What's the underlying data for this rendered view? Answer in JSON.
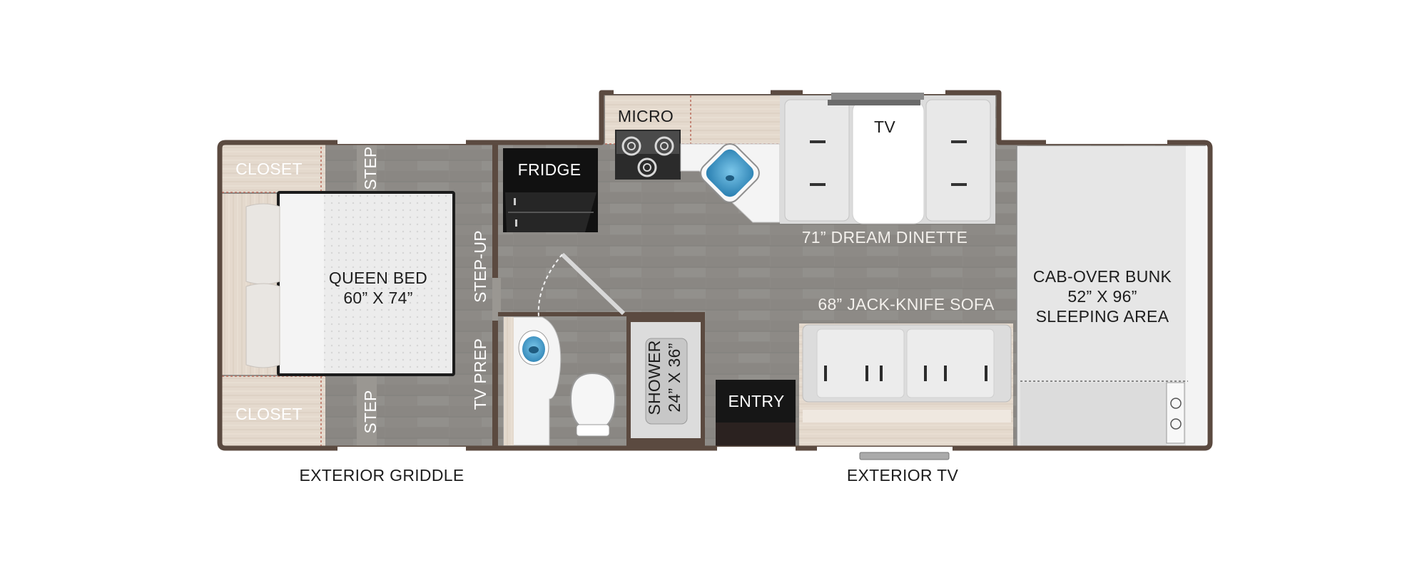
{
  "colors": {
    "wall": "#5b4a40",
    "floor": "#8b8884",
    "wood": "#e3d7cb",
    "counter": "#f2f2f2",
    "appliance": "#1c1c1c",
    "water": "#4fa9d6",
    "cabover": "#e6e6e6"
  },
  "rooms": {
    "closet_top": "CLOSET",
    "closet_bottom": "CLOSET",
    "step_top": "STEP",
    "step_bottom": "STEP",
    "queen_bed_line1": "QUEEN BED",
    "queen_bed_line2": "60” X 74”",
    "step_up": "STEP-UP",
    "tv_prep": "TV PREP",
    "fridge": "FRIDGE",
    "micro": "MICRO",
    "tv": "TV",
    "dinette": "71” DREAM DINETTE",
    "sofa": "68” JACK-KNIFE SOFA",
    "shower_line1": "SHOWER",
    "shower_line2": "24” X 36”",
    "entry": "ENTRY",
    "cabover_line1": "CAB-OVER BUNK",
    "cabover_line2": "52” X 96”",
    "cabover_line3": "SLEEPING AREA"
  },
  "exterior": {
    "griddle": "EXTERIOR GRIDDLE",
    "tv": "EXTERIOR TV"
  },
  "icons": [
    "stovetop-icon",
    "sink-icon",
    "toilet-icon",
    "bathroom-sink-icon",
    "pillow-icon",
    "door-swing-icon"
  ]
}
